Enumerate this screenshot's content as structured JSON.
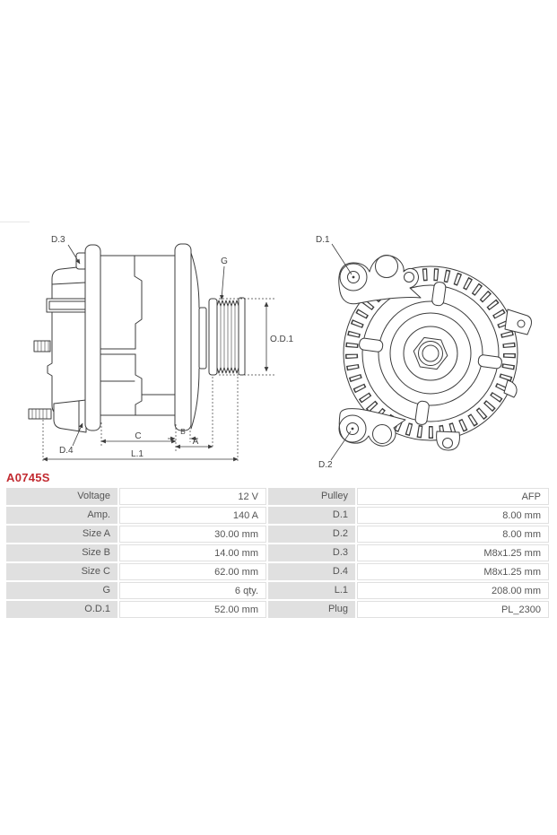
{
  "product": {
    "code": "A0745S"
  },
  "diagram": {
    "side_view_labels": {
      "d3": "D.3",
      "d4": "D.4",
      "g": "G",
      "od1": "O.D.1",
      "a": "A",
      "b": "B",
      "c": "C",
      "l1": "L.1"
    },
    "front_view_labels": {
      "d1": "D.1",
      "d2": "D.2"
    }
  },
  "specs": {
    "rows": [
      {
        "label1": "Voltage",
        "value1": "12 V",
        "label2": "Pulley",
        "value2": "AFP"
      },
      {
        "label1": "Amp.",
        "value1": "140 A",
        "label2": "D.1",
        "value2": "8.00 mm"
      },
      {
        "label1": "Size A",
        "value1": "30.00 mm",
        "label2": "D.2",
        "value2": "8.00 mm"
      },
      {
        "label1": "Size B",
        "value1": "14.00 mm",
        "label2": "D.3",
        "value2": "M8x1.25 mm"
      },
      {
        "label1": "Size C",
        "value1": "62.00 mm",
        "label2": "D.4",
        "value2": "M8x1.25 mm"
      },
      {
        "label1": "G",
        "value1": "6 qty.",
        "label2": "L.1",
        "value2": "208.00 mm"
      },
      {
        "label1": "O.D.1",
        "value1": "52.00 mm",
        "label2": "Plug",
        "value2": "PL_2300"
      }
    ]
  },
  "colors": {
    "accent_red": "#c22a30",
    "label_cell_bg": "#e0e0e0",
    "value_cell_border": "#e0e0e0",
    "table_text": "#555555",
    "drawing_line": "#3c3c3c"
  }
}
